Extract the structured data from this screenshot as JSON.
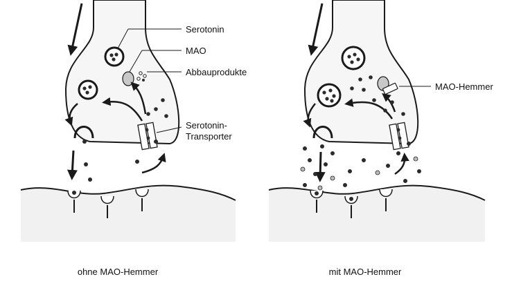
{
  "labels": {
    "serotonin": "Serotonin",
    "mao": "MAO",
    "abbauprodukte": "Abbauprodukte",
    "transporter_line1": "Serotonin-",
    "transporter_line2": "Transporter",
    "mao_hemmer": "MAO-Hemmer"
  },
  "captions": {
    "left": "ohne MAO-Hemmer",
    "right": "mit MAO-Hemmer"
  },
  "colors": {
    "outline": "#1a1a1a",
    "terminal_fill": "#f6f6f6",
    "cell_fill": "#f1f1f1",
    "molecule": "#2b2b2b",
    "breakdown_product": "#bdbdbd",
    "mao_enzyme": "#c8c8c8"
  }
}
